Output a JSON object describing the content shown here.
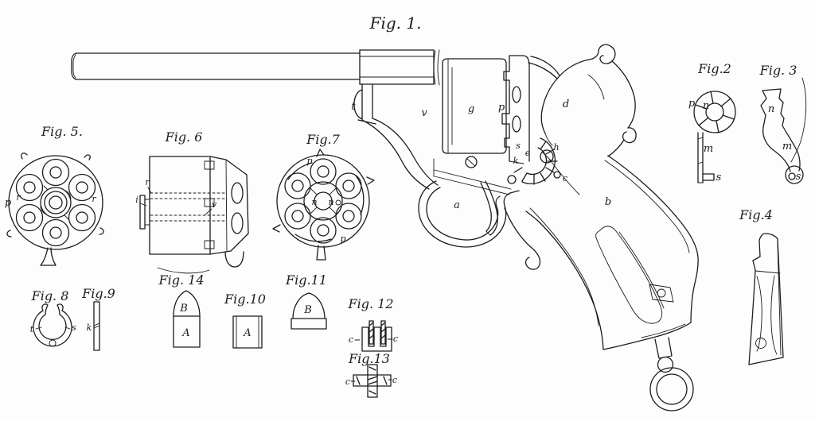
{
  "colors": {
    "ink": "#1c1c1c",
    "paper": "#fdfdfd"
  },
  "figures": {
    "fig1": {
      "caption": "Fig. 1.",
      "parts": {
        "t": "t",
        "v": "v",
        "g": "g",
        "p": "p",
        "d": "d",
        "s": "s",
        "e": "e",
        "k": "k",
        "h": "h",
        "c": "c",
        "a": "a",
        "b": "b"
      }
    },
    "fig2": {
      "caption": "Fig.2",
      "parts": {
        "p": "p",
        "n": "n",
        "m": "m",
        "s": "s"
      }
    },
    "fig3": {
      "caption": "Fig. 3",
      "parts": {
        "n": "n",
        "m": "m",
        "s": "s"
      }
    },
    "fig4": {
      "caption": "Fig.4"
    },
    "fig5": {
      "caption": "Fig. 5.",
      "parts": {
        "p": "p",
        "r_left": "r",
        "r_right": "r"
      }
    },
    "fig6": {
      "caption": "Fig. 6",
      "parts": {
        "r": "r",
        "i": "i",
        "v": "v"
      }
    },
    "fig7": {
      "caption": "Fig.7",
      "parts": {
        "p_top": "p",
        "p_bottom": "p",
        "n_left": "n",
        "n_right": "n"
      }
    },
    "fig8": {
      "caption": "Fig. 8",
      "parts": {
        "t": "t",
        "s": "s"
      }
    },
    "fig9": {
      "caption": "Fig.9",
      "parts": {
        "k": "k"
      }
    },
    "fig10": {
      "caption": "Fig.10",
      "parts": {
        "a": "A"
      }
    },
    "fig11": {
      "caption": "Fig.11",
      "parts": {
        "b": "B"
      }
    },
    "fig12": {
      "caption": "Fig. 12",
      "parts": {
        "c_left": "c",
        "c_right": "c"
      }
    },
    "fig13": {
      "caption": "Fig.13",
      "parts": {
        "c_left": "c",
        "c_right": "c"
      }
    },
    "fig14": {
      "caption": "Fig. 14",
      "parts": {
        "b": "B",
        "a": "A"
      }
    }
  }
}
